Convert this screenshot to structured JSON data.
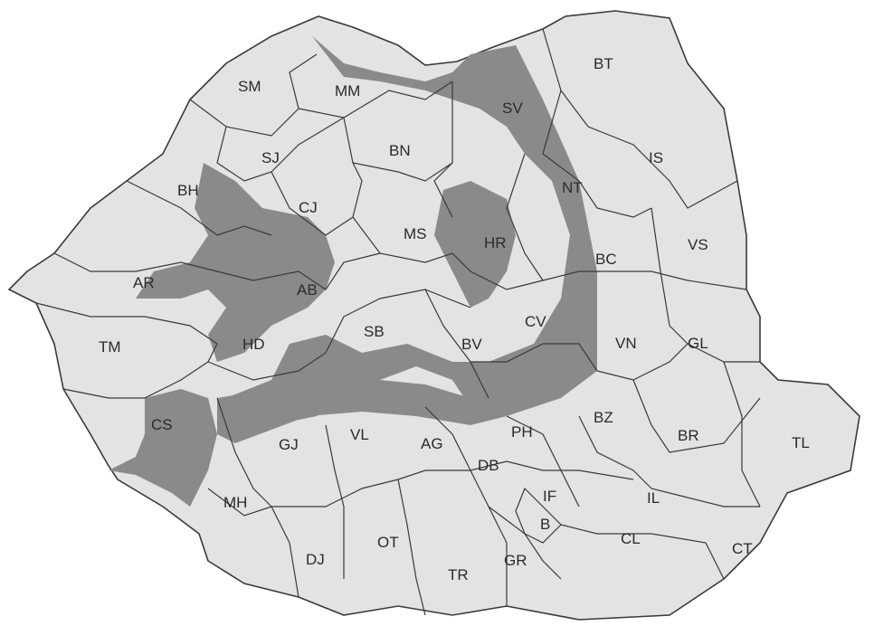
{
  "colors": {
    "background": "#ffffff",
    "lowland": "#e3e3e3",
    "mountain": "#8a8a8a",
    "border": "#3a3a3a",
    "label": "#2a2a2a"
  },
  "counties": [
    {
      "code": "SM"
    },
    {
      "code": "MM"
    },
    {
      "code": "BT"
    },
    {
      "code": "SV"
    },
    {
      "code": "SJ"
    },
    {
      "code": "BN"
    },
    {
      "code": "IS"
    },
    {
      "code": "BH"
    },
    {
      "code": "CJ"
    },
    {
      "code": "NT"
    },
    {
      "code": "MS"
    },
    {
      "code": "HR"
    },
    {
      "code": "VS"
    },
    {
      "code": "BC"
    },
    {
      "code": "AR"
    },
    {
      "code": "AB"
    },
    {
      "code": "CV"
    },
    {
      "code": "TM"
    },
    {
      "code": "HD"
    },
    {
      "code": "SB"
    },
    {
      "code": "BV"
    },
    {
      "code": "VN"
    },
    {
      "code": "GL"
    },
    {
      "code": "CS"
    },
    {
      "code": "BZ"
    },
    {
      "code": "GJ"
    },
    {
      "code": "VL"
    },
    {
      "code": "AG"
    },
    {
      "code": "PH"
    },
    {
      "code": "BR"
    },
    {
      "code": "TL"
    },
    {
      "code": "DB"
    },
    {
      "code": "IF"
    },
    {
      "code": "IL"
    },
    {
      "code": "MH"
    },
    {
      "code": "B"
    },
    {
      "code": "OT"
    },
    {
      "code": "CL"
    },
    {
      "code": "CT"
    },
    {
      "code": "DJ"
    },
    {
      "code": "TR"
    },
    {
      "code": "GR"
    }
  ]
}
